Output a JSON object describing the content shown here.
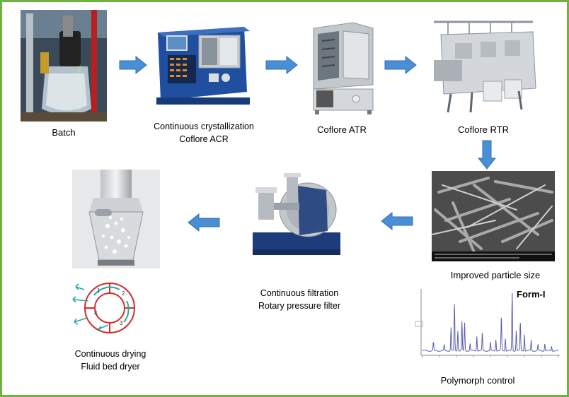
{
  "stages": {
    "batch": {
      "label": "Batch"
    },
    "acr": {
      "line1": "Continuous crystallization",
      "line2": "Coflore ACR"
    },
    "atr": {
      "label": "Coflore ATR"
    },
    "rtr": {
      "label": "Coflore RTR"
    },
    "particle": {
      "label": "Improved particle size"
    },
    "polymorph": {
      "label": "Polymorph control",
      "form_label": "Form-I"
    },
    "filtration": {
      "line1": "Continuous filtration",
      "line2": "Rotary pressure filter"
    },
    "drying": {
      "line1": "Continuous drying",
      "line2": "Fluid bed dryer"
    }
  },
  "dryer_diagram": {
    "zones": [
      "1",
      "2",
      "3",
      "4"
    ]
  },
  "colors": {
    "frame": "#6db33f",
    "arrow": "#4a8fd4",
    "arrow_edge": "#2e6fb5",
    "spectrum": "#5a5fb0",
    "dryer_ring": "#d42a2a",
    "dryer_flow": "#2aa7a0"
  },
  "chart_data": {
    "type": "line",
    "title": "Form-I",
    "description": "Powder X-ray diffraction pattern",
    "peaks": [
      {
        "x": 0.08,
        "h": 0.15
      },
      {
        "x": 0.16,
        "h": 0.1
      },
      {
        "x": 0.21,
        "h": 0.4
      },
      {
        "x": 0.235,
        "h": 0.82
      },
      {
        "x": 0.26,
        "h": 0.35
      },
      {
        "x": 0.29,
        "h": 0.5
      },
      {
        "x": 0.31,
        "h": 0.48
      },
      {
        "x": 0.35,
        "h": 0.12
      },
      {
        "x": 0.4,
        "h": 0.25
      },
      {
        "x": 0.44,
        "h": 0.3
      },
      {
        "x": 0.5,
        "h": 0.14
      },
      {
        "x": 0.54,
        "h": 0.2
      },
      {
        "x": 0.58,
        "h": 0.6
      },
      {
        "x": 0.61,
        "h": 0.22
      },
      {
        "x": 0.66,
        "h": 1.0
      },
      {
        "x": 0.69,
        "h": 0.35
      },
      {
        "x": 0.72,
        "h": 0.5
      },
      {
        "x": 0.75,
        "h": 0.28
      },
      {
        "x": 0.8,
        "h": 0.18
      },
      {
        "x": 0.85,
        "h": 0.1
      },
      {
        "x": 0.9,
        "h": 0.12
      },
      {
        "x": 0.95,
        "h": 0.08
      }
    ]
  }
}
